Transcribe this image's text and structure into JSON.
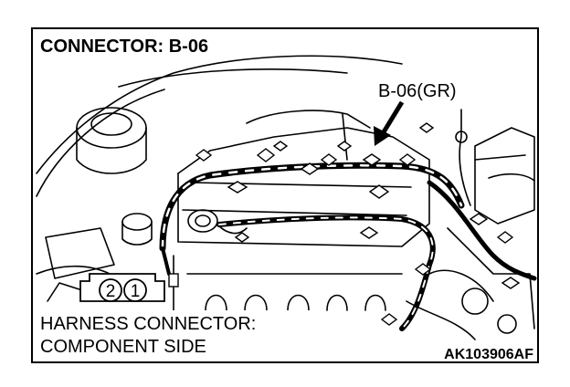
{
  "diagram": {
    "title": "CONNECTOR: B-06",
    "callout": "B-06(GR)",
    "harness_label_line1": "HARNESS CONNECTOR:",
    "harness_label_line2": "COMPONENT SIDE",
    "pin_left": "2",
    "pin_right": "1",
    "code": "AK103906AF"
  }
}
